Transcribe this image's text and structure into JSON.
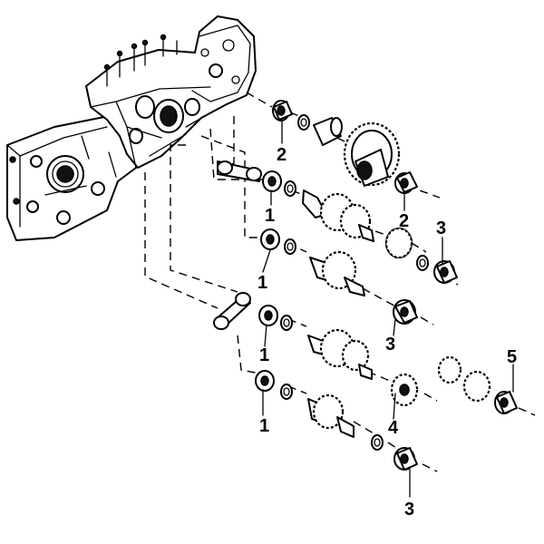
{
  "diagram": {
    "callouts": [
      {
        "id": "c2a",
        "label": "2"
      },
      {
        "id": "c2b",
        "label": "2"
      },
      {
        "id": "c3a",
        "label": "3"
      },
      {
        "id": "c3b",
        "label": "3"
      },
      {
        "id": "c3c",
        "label": "3"
      },
      {
        "id": "c1a",
        "label": "1"
      },
      {
        "id": "c1b",
        "label": "1"
      },
      {
        "id": "c1c",
        "label": "1"
      },
      {
        "id": "c1d",
        "label": "1"
      },
      {
        "id": "c4",
        "label": "4"
      },
      {
        "id": "c5",
        "label": "5"
      }
    ]
  }
}
